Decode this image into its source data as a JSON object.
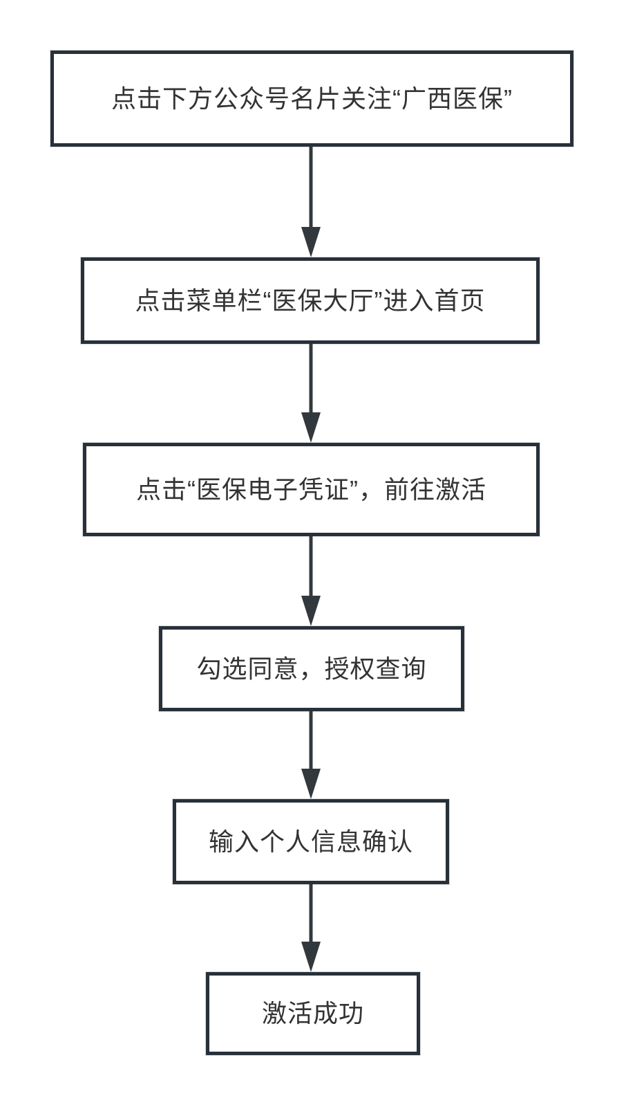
{
  "diagram": {
    "type": "flowchart",
    "direction": "top-down",
    "title": "",
    "steps": [
      {
        "id": 1,
        "label": "点击下方公众号名片关注“广西医保”"
      },
      {
        "id": 2,
        "label": "点击菜单栏“医保大厅”进入首页"
      },
      {
        "id": 3,
        "label": "点击“医保电子凭证”，前往激活"
      },
      {
        "id": 4,
        "label": "勾选同意，授权查询"
      },
      {
        "id": 5,
        "label": "输入个人信息确认"
      },
      {
        "id": 6,
        "label": "激活成功"
      }
    ],
    "connector": "arrow-down",
    "colors": {
      "box_border": "#28313a",
      "box_fill": "#ffffff",
      "arrow": "#33383d",
      "text": "#333333",
      "background": "#ffffff"
    }
  }
}
